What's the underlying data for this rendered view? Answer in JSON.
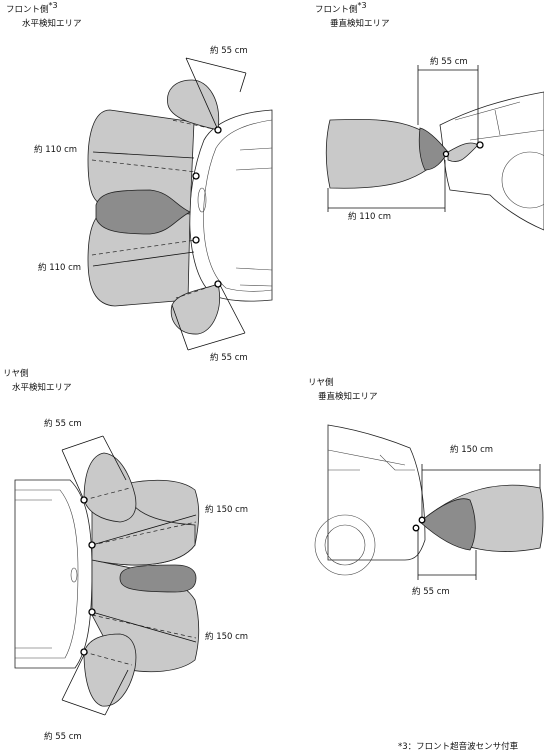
{
  "panels": {
    "front_horizontal": {
      "title": "フロント側",
      "title_sup": "*3",
      "subtitle": "水平検知エリア",
      "dim_top": "約 55 cm",
      "dim_upper": "約 110 cm",
      "dim_lower": "約 110 cm",
      "dim_bottom": "約 55 cm"
    },
    "front_vertical": {
      "title": "フロント側",
      "title_sup": "*3",
      "subtitle": "垂直検知エリア",
      "dim_top": "約 55 cm",
      "dim_bottom": "約 110 cm"
    },
    "rear_horizontal": {
      "title": "リヤ側",
      "subtitle": "水平検知エリア",
      "dim_top": "約 55 cm",
      "dim_upper": "約 150 cm",
      "dim_lower": "約 150 cm",
      "dim_bottom": "約 55 cm"
    },
    "rear_vertical": {
      "title": "リヤ側",
      "subtitle": "垂直検知エリア",
      "dim_top": "約 150 cm",
      "dim_bottom": "約 55 cm"
    }
  },
  "footnote": "*3：フロント超音波センサ付車"
}
